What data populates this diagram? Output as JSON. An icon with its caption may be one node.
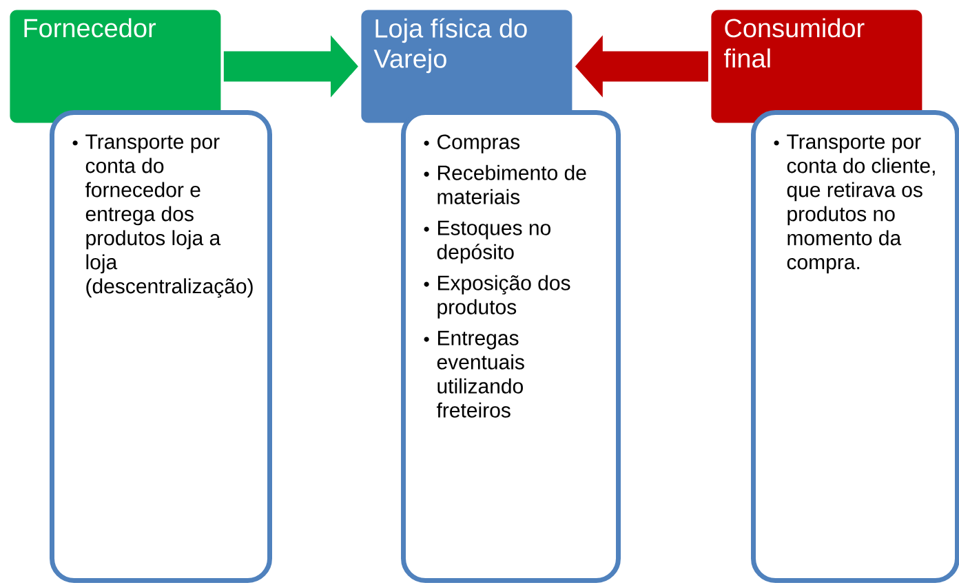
{
  "diagram": {
    "nodes": [
      {
        "text": [
          "Fornecedor"
        ]
      },
      {
        "text": [
          "Loja física do Varejo"
        ]
      },
      {
        "text": [
          "Consumidor final"
        ]
      },
      {
        "text": [
          "Transporte por conta do fornecedor e entrega dos produtos loja a loja (descentralização)"
        ]
      },
      {
        "text": [
          "Compras",
          "Recebimento de materiais",
          "Estoques no depósito",
          "Exposição dos produtos",
          "Entregas eventuais utilizando freteiros"
        ]
      },
      {
        "text": [
          "Transporte por conta do cliente, que retirava os produtos no momento da compra."
        ]
      }
    ],
    "edges": [
      {
        "from": 0,
        "to": 1,
        "arrow": "to",
        "color": "#00b050"
      },
      {
        "from": 2,
        "to": 1,
        "arrow": "to",
        "color": "#c00000"
      }
    ]
  }
}
